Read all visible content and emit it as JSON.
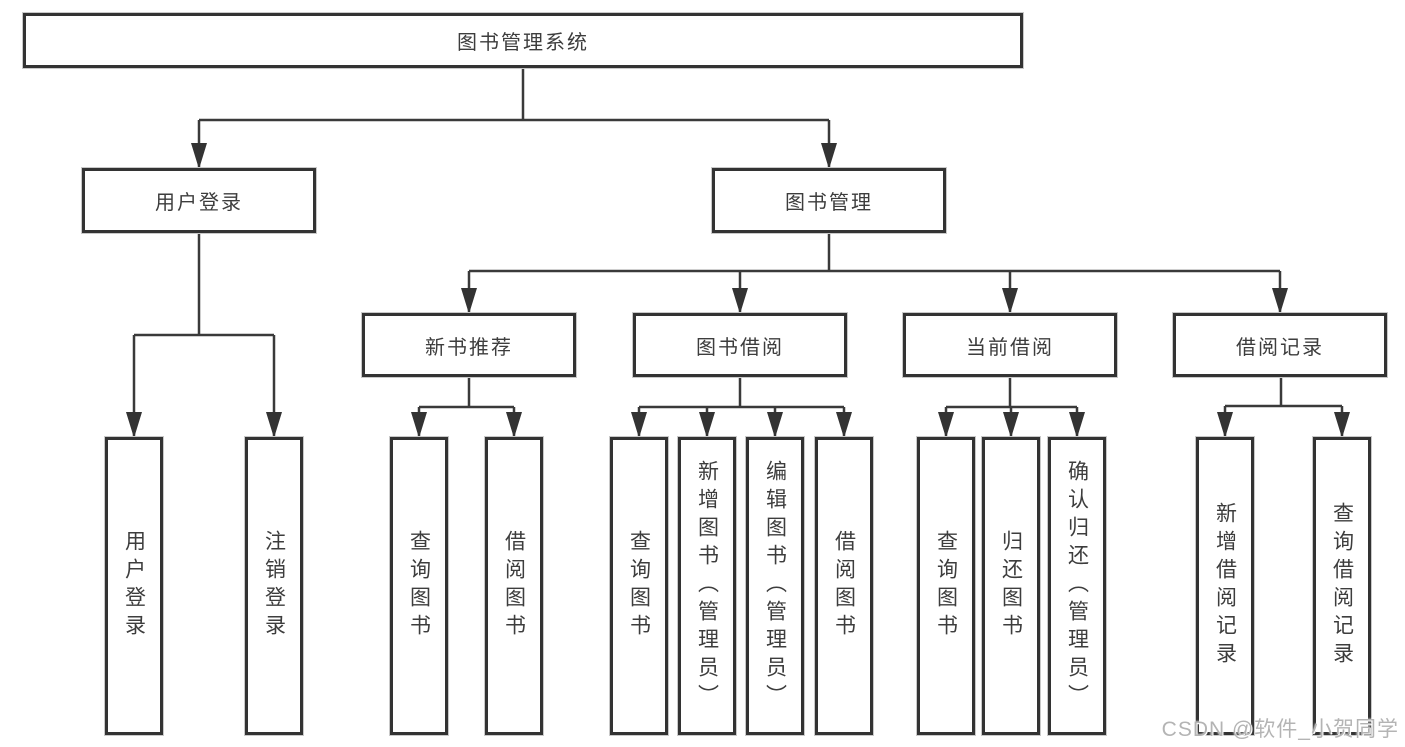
{
  "diagram": {
    "type": "hierarchy-tree",
    "title": "图书管理系统",
    "watermark": "CSDN @软件_小贺同学",
    "colors": {
      "background": "#ffffff",
      "line": "#3a3a3a",
      "box_border": "#333333",
      "text": "#3d3d3d",
      "watermark_text": "#b4b4b4"
    }
  },
  "nodes": {
    "root": {
      "label": "图书管理系统"
    },
    "user_login": {
      "label": "用户登录"
    },
    "book_mgmt": {
      "label": "图书管理"
    },
    "new_book_rec": {
      "label": "新书推荐"
    },
    "book_borrow": {
      "label": "图书借阅"
    },
    "current_borrow": {
      "label": "当前借阅"
    },
    "borrow_records": {
      "label": "借阅记录"
    },
    "leaf_user_login": {
      "label": "用户登录"
    },
    "leaf_logout": {
      "label": "注销登录"
    },
    "leaf_query_book_1": {
      "label": "查询图书"
    },
    "leaf_borrow_book_1": {
      "label": "借阅图书"
    },
    "leaf_query_book_2": {
      "label": "查询图书"
    },
    "leaf_add_book": {
      "label": "新增图书（管理员）"
    },
    "leaf_edit_book": {
      "label": "编辑图书（管理员）"
    },
    "leaf_borrow_book_2": {
      "label": "借阅图书"
    },
    "leaf_query_book_3": {
      "label": "查询图书"
    },
    "leaf_return_book": {
      "label": "归还图书"
    },
    "leaf_confirm_return": {
      "label": "确认归还（管理员）"
    },
    "leaf_add_record": {
      "label": "新增借阅记录"
    },
    "leaf_query_record": {
      "label": "查询借阅记录"
    }
  },
  "edges": [
    {
      "from": "图书管理系统",
      "to": "用户登录"
    },
    {
      "from": "图书管理系统",
      "to": "图书管理"
    },
    {
      "from": "用户登录",
      "to": "用户登录"
    },
    {
      "from": "用户登录",
      "to": "注销登录"
    },
    {
      "from": "图书管理",
      "to": "新书推荐"
    },
    {
      "from": "图书管理",
      "to": "图书借阅"
    },
    {
      "from": "图书管理",
      "to": "当前借阅"
    },
    {
      "from": "图书管理",
      "to": "借阅记录"
    },
    {
      "from": "新书推荐",
      "to": "查询图书"
    },
    {
      "from": "新书推荐",
      "to": "借阅图书"
    },
    {
      "from": "图书借阅",
      "to": "查询图书"
    },
    {
      "from": "图书借阅",
      "to": "新增图书（管理员）"
    },
    {
      "from": "图书借阅",
      "to": "编辑图书（管理员）"
    },
    {
      "from": "图书借阅",
      "to": "借阅图书"
    },
    {
      "from": "当前借阅",
      "to": "查询图书"
    },
    {
      "from": "当前借阅",
      "to": "归还图书"
    },
    {
      "from": "当前借阅",
      "to": "确认归还（管理员）"
    },
    {
      "from": "借阅记录",
      "to": "新增借阅记录"
    },
    {
      "from": "借阅记录",
      "to": "查询借阅记录"
    }
  ]
}
